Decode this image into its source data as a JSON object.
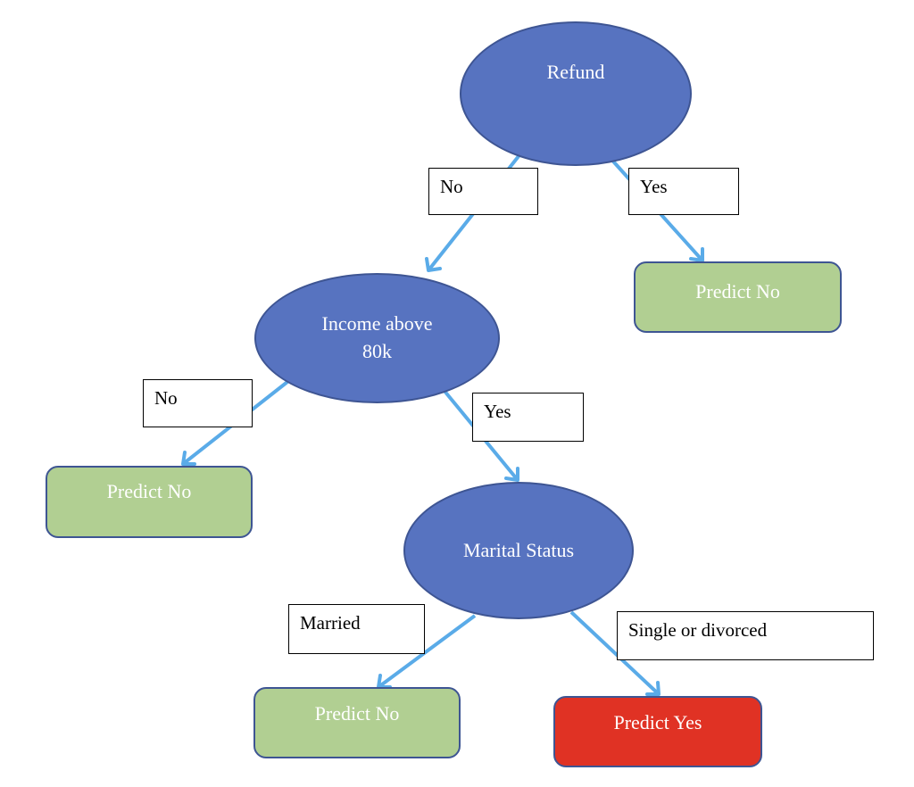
{
  "nodes": {
    "refund": "Refund",
    "income": "Income above\n80k",
    "marital": "Marital Status",
    "leaf_refund_yes": "Predict No",
    "leaf_income_no": "Predict No",
    "leaf_married": "Predict No",
    "leaf_single": "Predict Yes"
  },
  "edge_labels": {
    "refund_no": "No",
    "refund_yes": "Yes",
    "income_no": "No",
    "income_yes": "Yes",
    "married": "Married",
    "single": "Single or divorced"
  },
  "colors": {
    "decision": "#5773c0",
    "leaf_no": "#b1cf92",
    "leaf_yes": "#e03224",
    "arrow": "#5aabe8"
  }
}
